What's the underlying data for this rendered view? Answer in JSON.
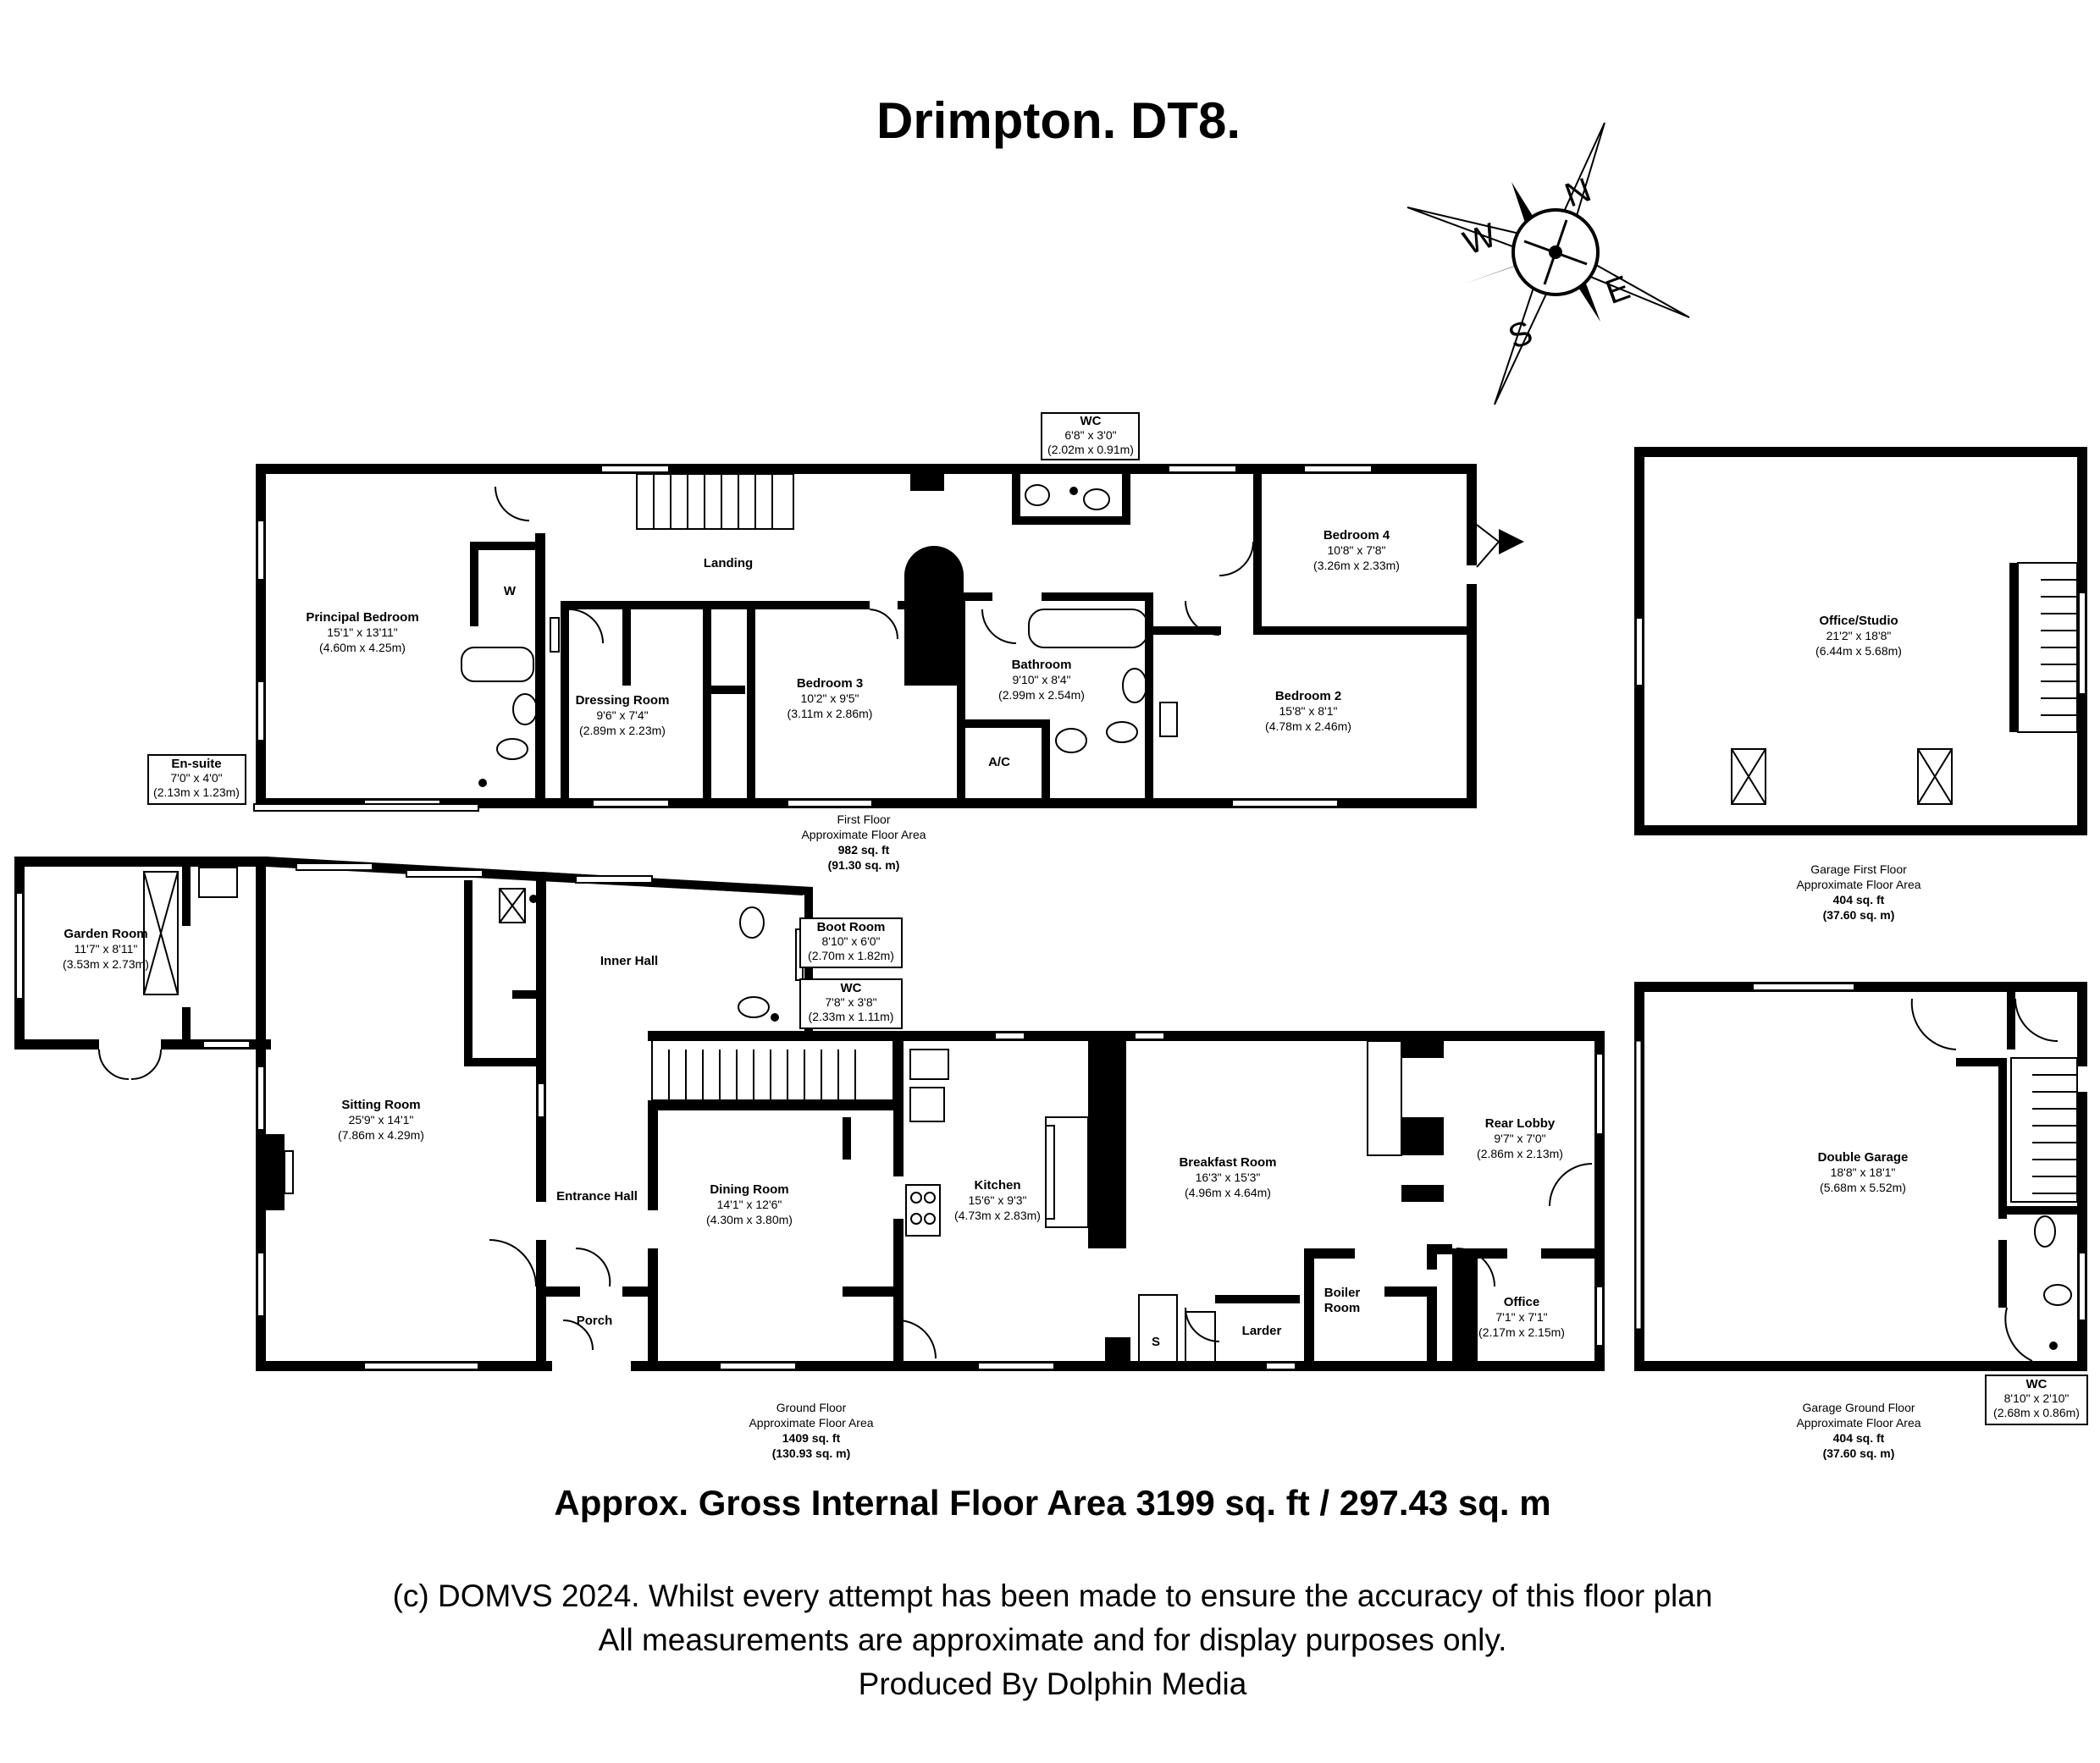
{
  "title": "Drimpton. DT8.",
  "gross_area": "Approx. Gross Internal Floor Area 3199 sq. ft / 297.43 sq. m",
  "footer": [
    "(c) DOMVS 2024. Whilst every attempt has been made to ensure the accuracy of this floor plan",
    "All measurements are approximate and for display purposes only.",
    "Produced By Dolphin Media"
  ],
  "compass": {
    "n": "N",
    "e": "E",
    "s": "S",
    "w": "W"
  },
  "floors": {
    "first": {
      "name": "First Floor",
      "sub": "Approximate Floor Area",
      "sqft": "982 sq. ft",
      "sqm": "(91.30 sq. m)"
    },
    "ground": {
      "name": "Ground Floor",
      "sub": "Approximate Floor Area",
      "sqft": "1409 sq. ft",
      "sqm": "(130.93 sq. m)"
    },
    "garage_first": {
      "name": "Garage First Floor",
      "sub": "Approximate Floor Area",
      "sqft": "404 sq. ft",
      "sqm": "(37.60 sq. m)"
    },
    "garage_ground": {
      "name": "Garage Ground Floor",
      "sub": "Approximate Floor Area",
      "sqft": "404 sq. ft",
      "sqm": "(37.60 sq. m)"
    }
  },
  "rooms": {
    "principal_bedroom": {
      "name": "Principal Bedroom",
      "imperial": "15'1\" x 13'11\"",
      "metric": "(4.60m x 4.25m)"
    },
    "wardrobe": {
      "name": "W"
    },
    "landing": {
      "name": "Landing"
    },
    "wc_first": {
      "name": "WC",
      "imperial": "6'8\" x 3'0\"",
      "metric": "(2.02m x 0.91m)"
    },
    "bedroom4": {
      "name": "Bedroom 4",
      "imperial": "10'8\" x 7'8\"",
      "metric": "(3.26m x 2.33m)"
    },
    "dressing_room": {
      "name": "Dressing Room",
      "imperial": "9'6\" x 7'4\"",
      "metric": "(2.89m x 2.23m)"
    },
    "bedroom3": {
      "name": "Bedroom 3",
      "imperial": "10'2\" x 9'5\"",
      "metric": "(3.11m x 2.86m)"
    },
    "bathroom": {
      "name": "Bathroom",
      "imperial": "9'10\" x 8'4\"",
      "metric": "(2.99m x 2.54m)"
    },
    "ac": {
      "name": "A/C"
    },
    "bedroom2": {
      "name": "Bedroom 2",
      "imperial": "15'8\" x 8'1\"",
      "metric": "(4.78m x 2.46m)"
    },
    "ensuite": {
      "name": "En-suite",
      "imperial": "7'0\" x 4'0\"",
      "metric": "(2.13m x 1.23m)"
    },
    "office_studio": {
      "name": "Office/Studio",
      "imperial": "21'2\" x 18'8\"",
      "metric": "(6.44m x 5.68m)"
    },
    "garden_room": {
      "name": "Garden Room",
      "imperial": "11'7\" x 8'11\"",
      "metric": "(3.53m x 2.73m)"
    },
    "inner_hall": {
      "name": "Inner Hall"
    },
    "boot_room": {
      "name": "Boot Room",
      "imperial": "8'10\" x 6'0\"",
      "metric": "(2.70m x 1.82m)"
    },
    "wc_ground": {
      "name": "WC",
      "imperial": "7'8\" x 3'8\"",
      "metric": "(2.33m x 1.11m)"
    },
    "sitting_room": {
      "name": "Sitting Room",
      "imperial": "25'9\" x 14'1\"",
      "metric": "(7.86m x 4.29m)"
    },
    "entrance_hall": {
      "name": "Entrance Hall"
    },
    "porch": {
      "name": "Porch"
    },
    "dining_room": {
      "name": "Dining Room",
      "imperial": "14'1\" x 12'6\"",
      "metric": "(4.30m x 3.80m)"
    },
    "kitchen": {
      "name": "Kitchen",
      "imperial": "15'6\" x 9'3\"",
      "metric": "(4.73m x 2.83m)"
    },
    "breakfast_room": {
      "name": "Breakfast Room",
      "imperial": "16'3\" x 15'3\"",
      "metric": "(4.96m x 4.64m)"
    },
    "rear_lobby": {
      "name": "Rear Lobby",
      "imperial": "9'7\" x 7'0\"",
      "metric": "(2.86m x 2.13m)"
    },
    "boiler_room": {
      "name": "Boiler",
      "name2": "Room"
    },
    "larder": {
      "name": "Larder"
    },
    "store": {
      "name": "S"
    },
    "office": {
      "name": "Office",
      "imperial": "7'1\" x 7'1\"",
      "metric": "(2.17m x 2.15m)"
    },
    "double_garage": {
      "name": "Double Garage",
      "imperial": "18'8\" x 18'1\"",
      "metric": "(5.68m x 5.52m)"
    },
    "wc_garage": {
      "name": "WC",
      "imperial": "8'10\" x 2'10\"",
      "metric": "(2.68m x 0.86m)"
    }
  }
}
